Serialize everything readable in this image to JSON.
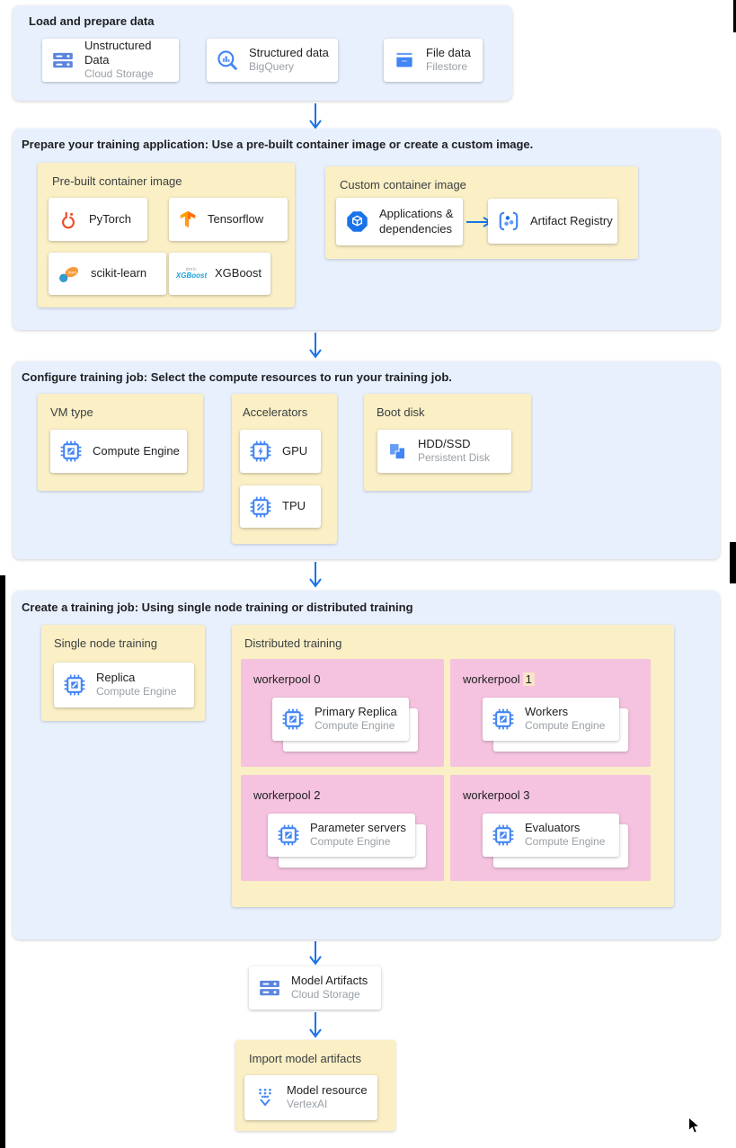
{
  "colors": {
    "accent_blue": "#1A73E8",
    "section_bg": "#E8F0FE",
    "panel_yellow": "#FAEFC5",
    "pool_pink": "#F5C3DF",
    "badge_highlight": "#FAE3C8"
  },
  "load": {
    "title": "Load and prepare data",
    "cards": [
      {
        "title": "Unstructured Data",
        "subtitle": "Cloud Storage",
        "icon": "cloud-storage-icon"
      },
      {
        "title": "Structured data",
        "subtitle": "BigQuery",
        "icon": "bigquery-icon"
      },
      {
        "title": "File data",
        "subtitle": "Filestore",
        "icon": "filestore-icon"
      }
    ]
  },
  "prepare": {
    "title": "Prepare your training application: Use a pre-built container image or create a custom image.",
    "prebuilt": {
      "title": "Pre-built container image",
      "cards": [
        {
          "title": "PyTorch",
          "icon": "pytorch-icon"
        },
        {
          "title": "Tensorflow",
          "icon": "tensorflow-icon"
        },
        {
          "title": "scikit-learn",
          "icon": "scikit-learn-icon"
        },
        {
          "title": "XGBoost",
          "icon": "xgboost-icon"
        }
      ]
    },
    "custom": {
      "title": "Custom container image",
      "app_card": {
        "title": "Applications & dependencies",
        "icon": "applications-dependencies-icon"
      },
      "registry_card": {
        "title": "Artifact Registry",
        "icon": "artifact-registry-icon"
      }
    }
  },
  "configure": {
    "title": "Configure training job: Select the compute resources to run your training job.",
    "vm": {
      "title": "VM type",
      "card": {
        "title": "Compute Engine",
        "icon": "compute-engine-icon"
      }
    },
    "accelerators": {
      "title": "Accelerators",
      "cards": [
        {
          "title": "GPU",
          "icon": "gpu-chip-icon"
        },
        {
          "title": "TPU",
          "icon": "tpu-chip-icon"
        }
      ]
    },
    "boot": {
      "title": "Boot disk",
      "card": {
        "title": "HDD/SSD",
        "subtitle": "Persistent Disk",
        "icon": "persistent-disk-icon"
      }
    }
  },
  "create": {
    "title": "Create a training job: Using single node training or distributed training",
    "single": {
      "title": "Single node training",
      "card": {
        "title": "Replica",
        "subtitle": "Compute Engine",
        "icon": "compute-engine-icon"
      }
    },
    "distributed": {
      "title": "Distributed training",
      "pools": [
        {
          "label": "workerpool 0",
          "card": {
            "title": "Primary Replica",
            "subtitle": "Compute Engine"
          }
        },
        {
          "label": "workerpool",
          "badge": "1",
          "card": {
            "title": "Workers",
            "subtitle": "Compute Engine"
          }
        },
        {
          "label": "workerpool 2",
          "card": {
            "title": "Parameter servers",
            "subtitle": "Compute Engine"
          }
        },
        {
          "label": "workerpool 3",
          "card": {
            "title": "Evaluators",
            "subtitle": "Compute Engine"
          }
        }
      ]
    }
  },
  "model_artifacts": {
    "title": "Model Artifacts",
    "subtitle": "Cloud Storage",
    "icon": "cloud-storage-icon"
  },
  "import_model": {
    "title": "Import model artifacts",
    "card": {
      "title": "Model resource",
      "subtitle": "VertexAI",
      "icon": "vertex-ai-model-icon"
    }
  },
  "logos": {
    "xgboost_top": "dmlc",
    "xgboost_main": "XGBoost",
    "sklearn_script": "learn"
  }
}
